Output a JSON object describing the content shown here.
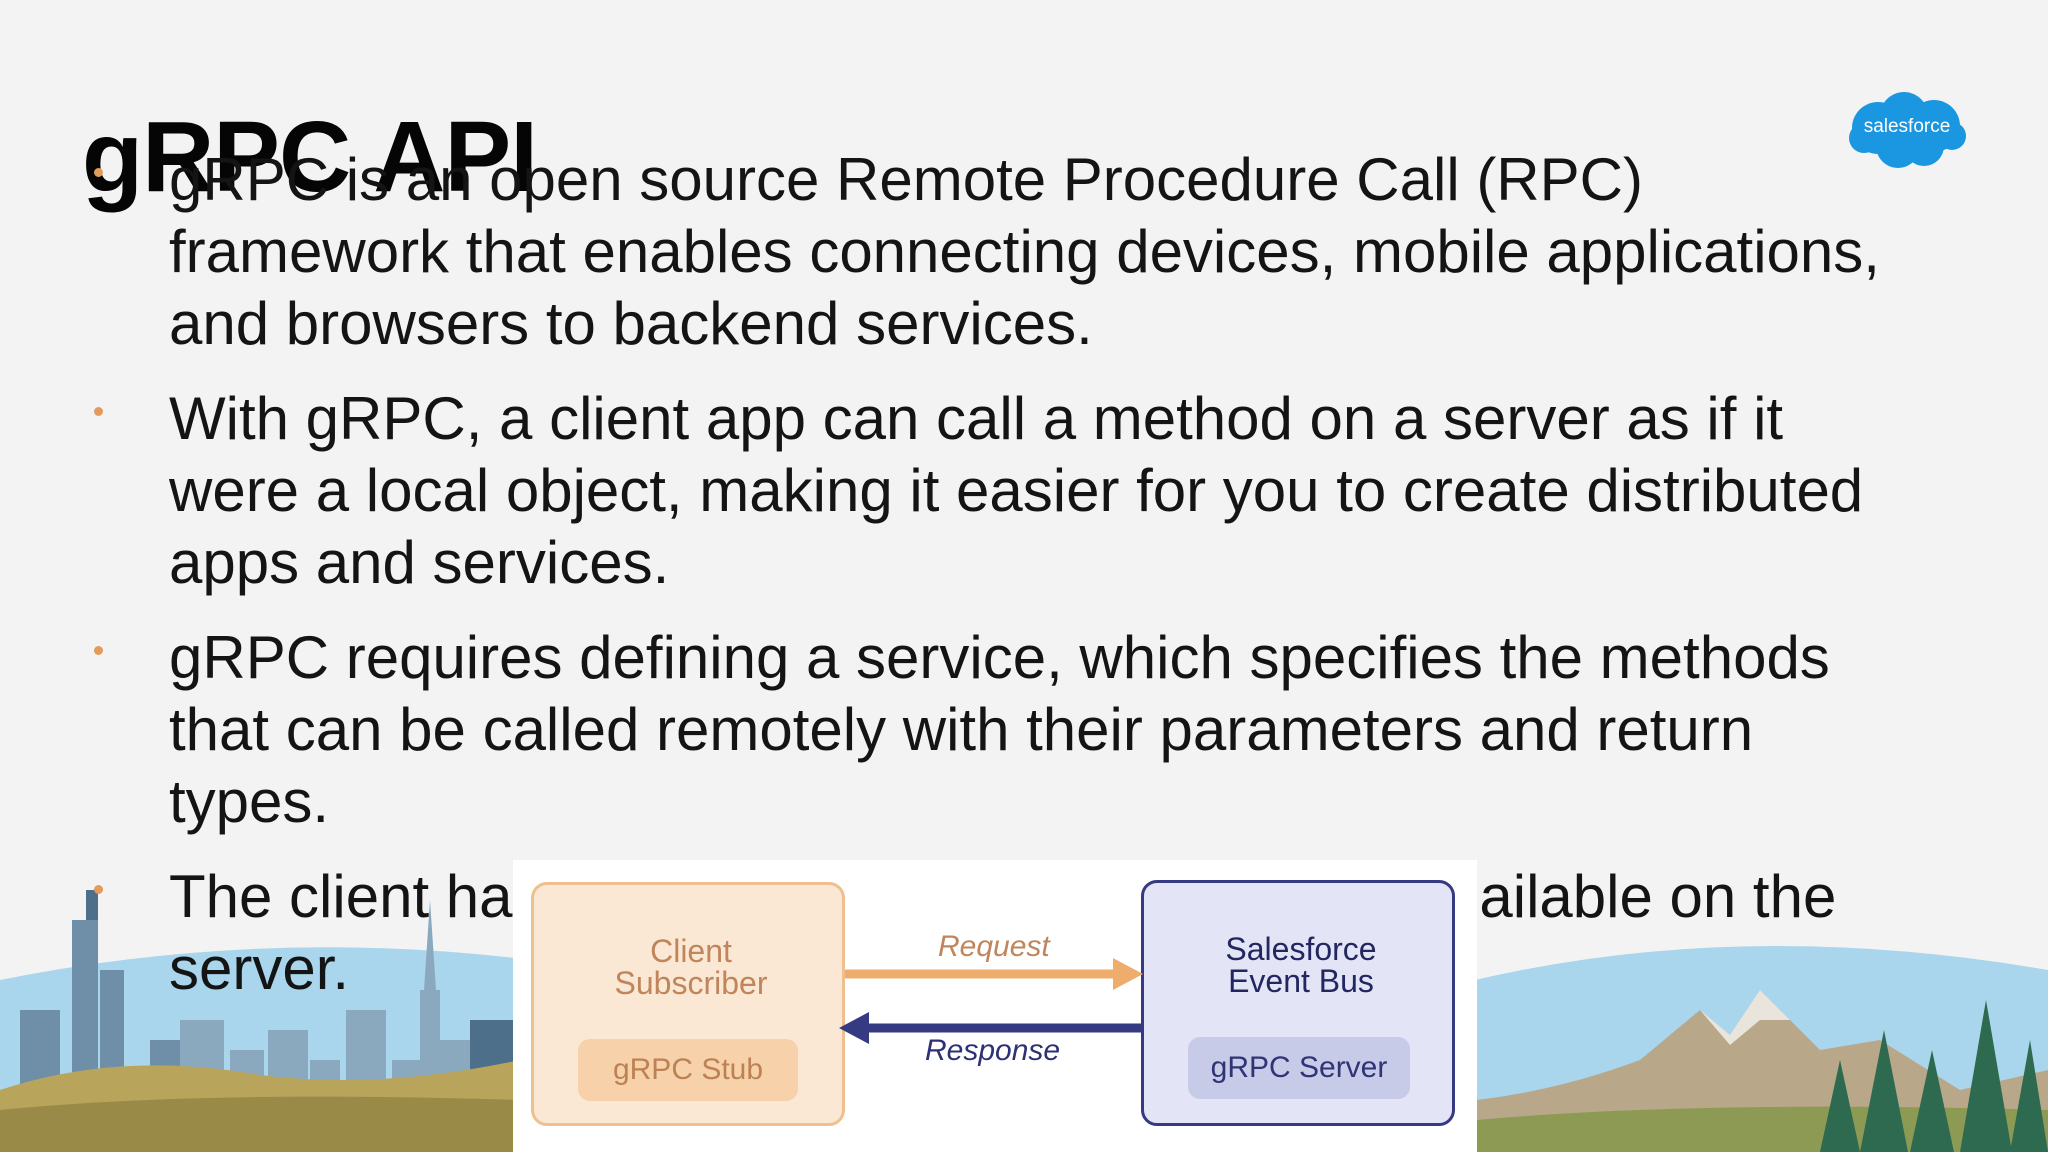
{
  "slide": {
    "title": "gRPC API",
    "bullets": [
      "gRPC is an open source Remote Procedure Call (RPC) framework that enables connecting devices, mobile applications, and browsers to backend services.",
      "With gRPC, a client app can call a method on a server as if it were a local object, making it easier for you to create distributed apps and services.",
      "gRPC requires defining a service, which specifies the methods that can be called remotely with their parameters and return types.",
      "The client ha                                                          ailable on the server."
    ]
  },
  "logo": {
    "text": "salesforce",
    "icon": "salesforce-cloud-icon",
    "color": "#1b96e0"
  },
  "diagram": {
    "client_label": "Client Subscriber",
    "client_stub": "gRPC Stub",
    "server_label": "Salesforce Event Bus",
    "server_stub": "gRPC Server",
    "request_label": "Request",
    "response_label": "Response"
  },
  "colors": {
    "accent_orange": "#e49a5a",
    "navy": "#2e3275",
    "background": "#f3f3f4"
  }
}
